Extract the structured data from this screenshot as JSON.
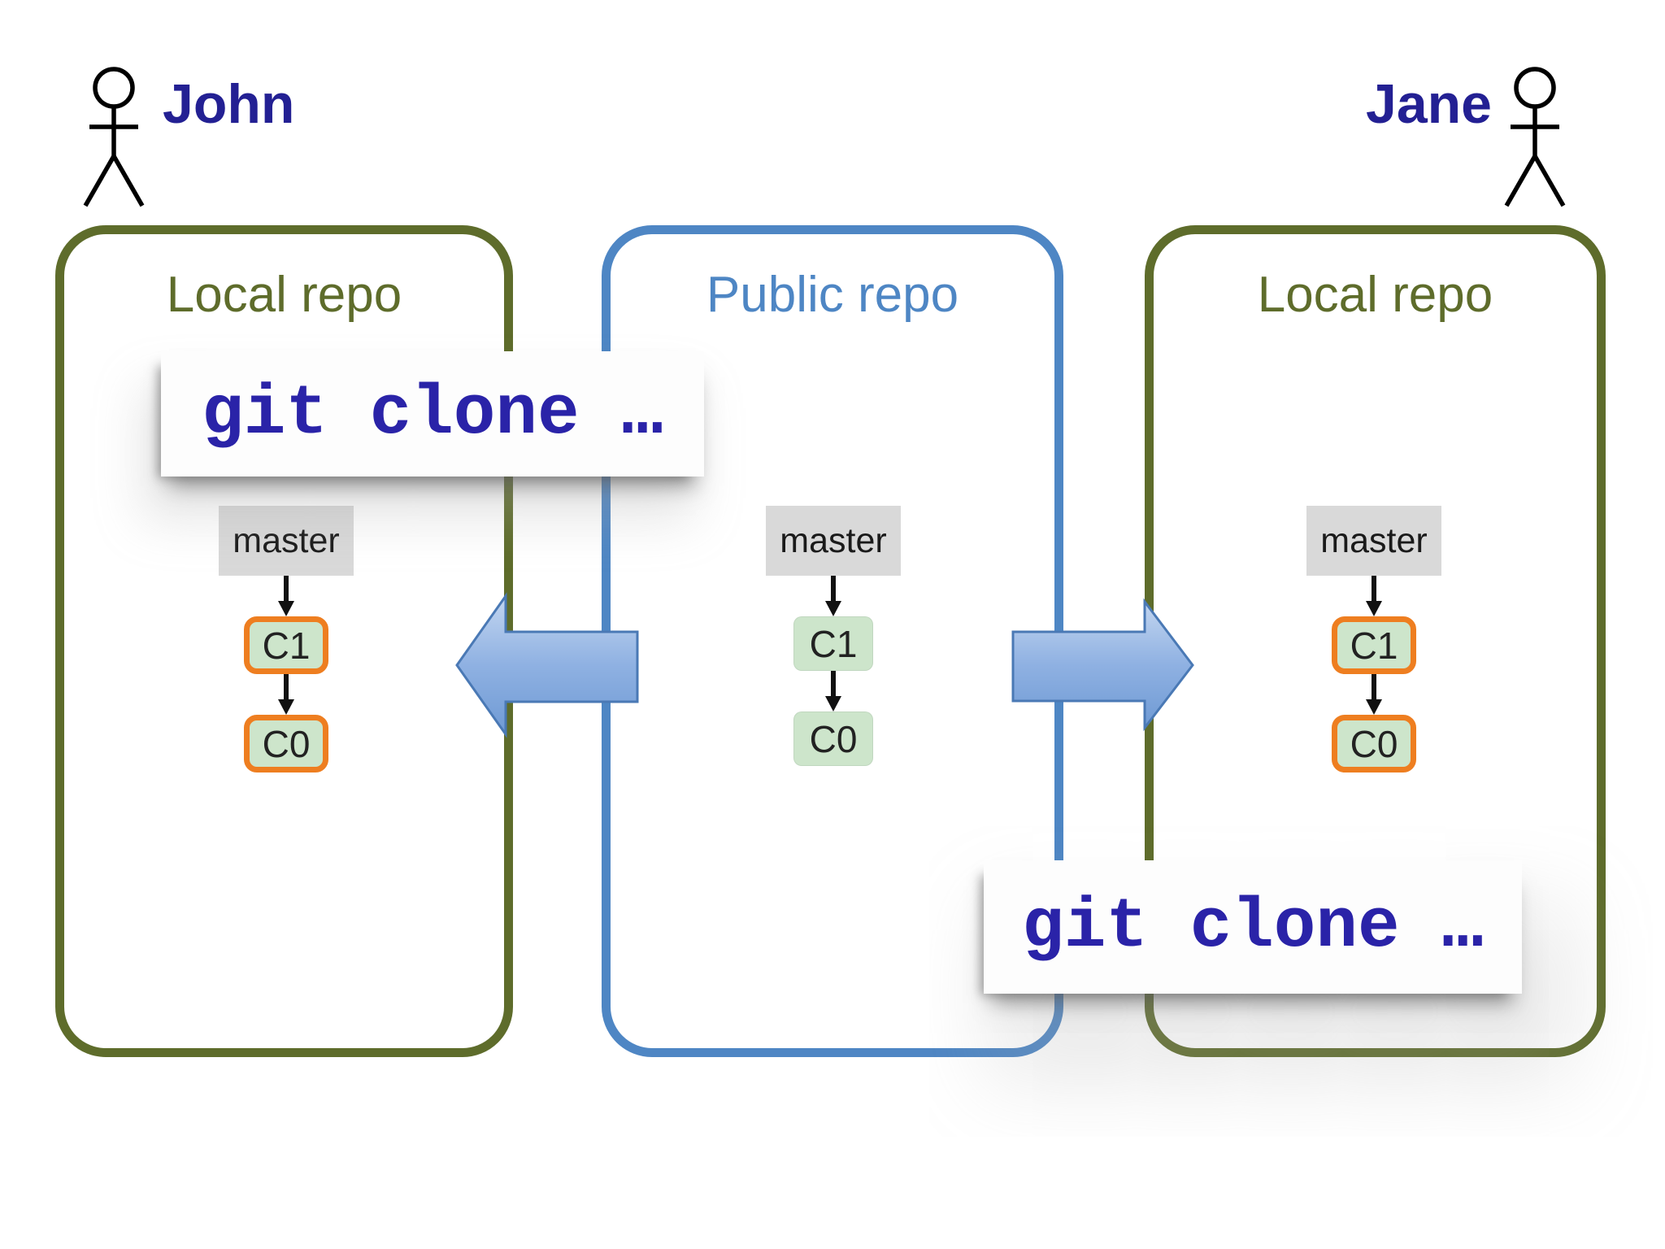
{
  "actors": {
    "left": "John",
    "right": "Jane"
  },
  "repos": {
    "left": {
      "title": "Local repo",
      "branch": "master",
      "commits": [
        "C1",
        "C0"
      ]
    },
    "center": {
      "title": "Public repo",
      "branch": "master",
      "commits": [
        "C1",
        "C0"
      ]
    },
    "right": {
      "title": "Local repo",
      "branch": "master",
      "commits": [
        "C1",
        "C0"
      ]
    }
  },
  "commands": {
    "left_clone": "git clone …",
    "right_clone": "git clone …"
  },
  "icons": {
    "person": "stick-figure",
    "flow_left": "block-arrow-pointing-left",
    "flow_right": "block-arrow-pointing-right",
    "commit_link": "arrow-down"
  },
  "colors": {
    "local_repo_border": "#5e6c2b",
    "public_repo_border": "#4e86c4",
    "actor_name_text": "#232093",
    "command_text": "#2a23a8",
    "branch_box_bg": "#d9d9d9",
    "commit_box_bg": "#cde5cb",
    "commit_box_border": "#ee7e20",
    "arrow_fill_top": "#c3d6f0",
    "arrow_fill_bottom": "#6f9ad4",
    "arrow_stroke": "#4a79b5"
  }
}
